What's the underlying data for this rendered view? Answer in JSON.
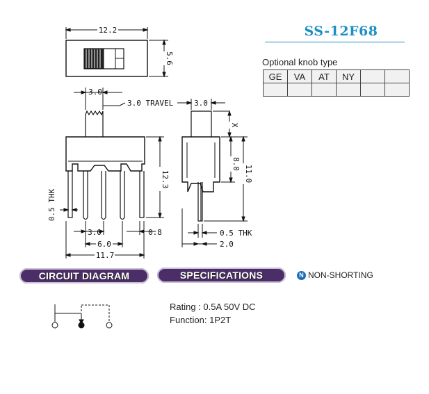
{
  "model": "SS-12F68",
  "optional_knob": {
    "title": "Optional knob type",
    "types": [
      "GE",
      "VA",
      "AT",
      "NY",
      "",
      ""
    ]
  },
  "dimensions": {
    "top_width": "12.2",
    "top_height": "5.6",
    "actuator_width": "3.0",
    "travel": "3.0 TRAVEL",
    "body_height": "12.3",
    "terminal_thickness_front": "0.5 THK",
    "pin_pitch": "3.0",
    "edge": "0.8",
    "pin_span": "6.0",
    "overall_width": "11.7",
    "side_actuator": "3.0",
    "side_x": "X",
    "side_8": "8.0",
    "side_11": "11.0",
    "side_thk": "0.5 THK",
    "side_2": "2.0"
  },
  "sections": {
    "circuit": "CIRCUIT DIAGRAM",
    "specs": "SPECIFICATIONS",
    "non_shorting": "NON-SHORTING",
    "non_shorting_icon": "N"
  },
  "specifications": {
    "rating": "Rating : 0.5A 50V DC",
    "function": "Function: 1P2T"
  }
}
